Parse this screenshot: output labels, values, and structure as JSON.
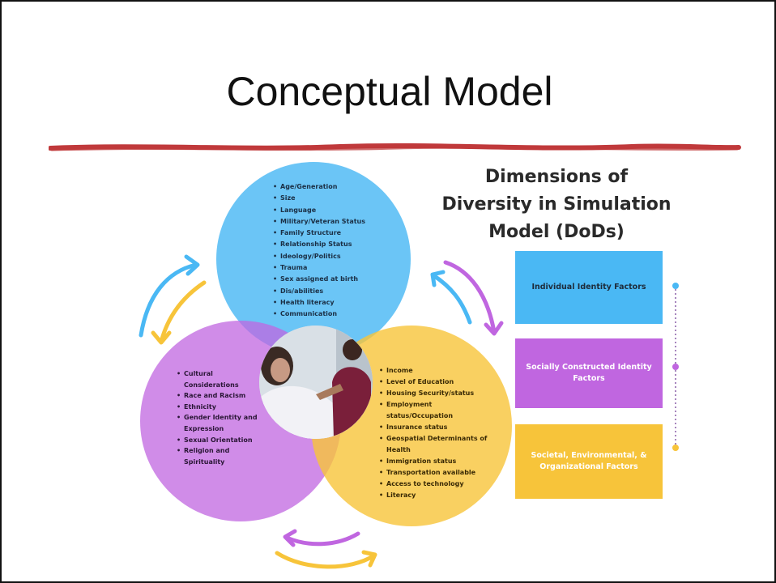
{
  "slide": {
    "title": "Conceptual Model"
  },
  "model": {
    "title_lines": [
      "Dimensions of",
      "Diversity in Simulation",
      "Model (DoDs)"
    ],
    "colors": {
      "blue": "#4ab8f4",
      "purple": "#c066e0",
      "yellow": "#f7c43a",
      "underline": "#c0393b"
    },
    "legend": [
      {
        "label": "Individual Identity Factors"
      },
      {
        "label": "Socially Constructed Identity Factors"
      },
      {
        "label": "Societal, Environmental, & Organizational Factors"
      }
    ],
    "individual": [
      "Age/Generation",
      "Size",
      "Language",
      "Military/Veteran Status",
      "Family Structure",
      "Relationship Status",
      "Ideology/Politics",
      "Trauma",
      "Sex assigned at birth",
      "Dis/abilities",
      "Health literacy",
      "Communication"
    ],
    "social": [
      "Cultural Considerations",
      "Race and Racism",
      "Ethnicity",
      "Gender Identity and Expression",
      "Sexual Orientation",
      "Religion and Spirituality"
    ],
    "societal": [
      "Income",
      "Level of Education",
      "Housing Security/status",
      "Employment status/Occupation",
      "Insurance status",
      "Geospatial Determinants of Health",
      "Immigration status",
      "Transportation available",
      "Access to technology",
      "Literacy"
    ]
  }
}
